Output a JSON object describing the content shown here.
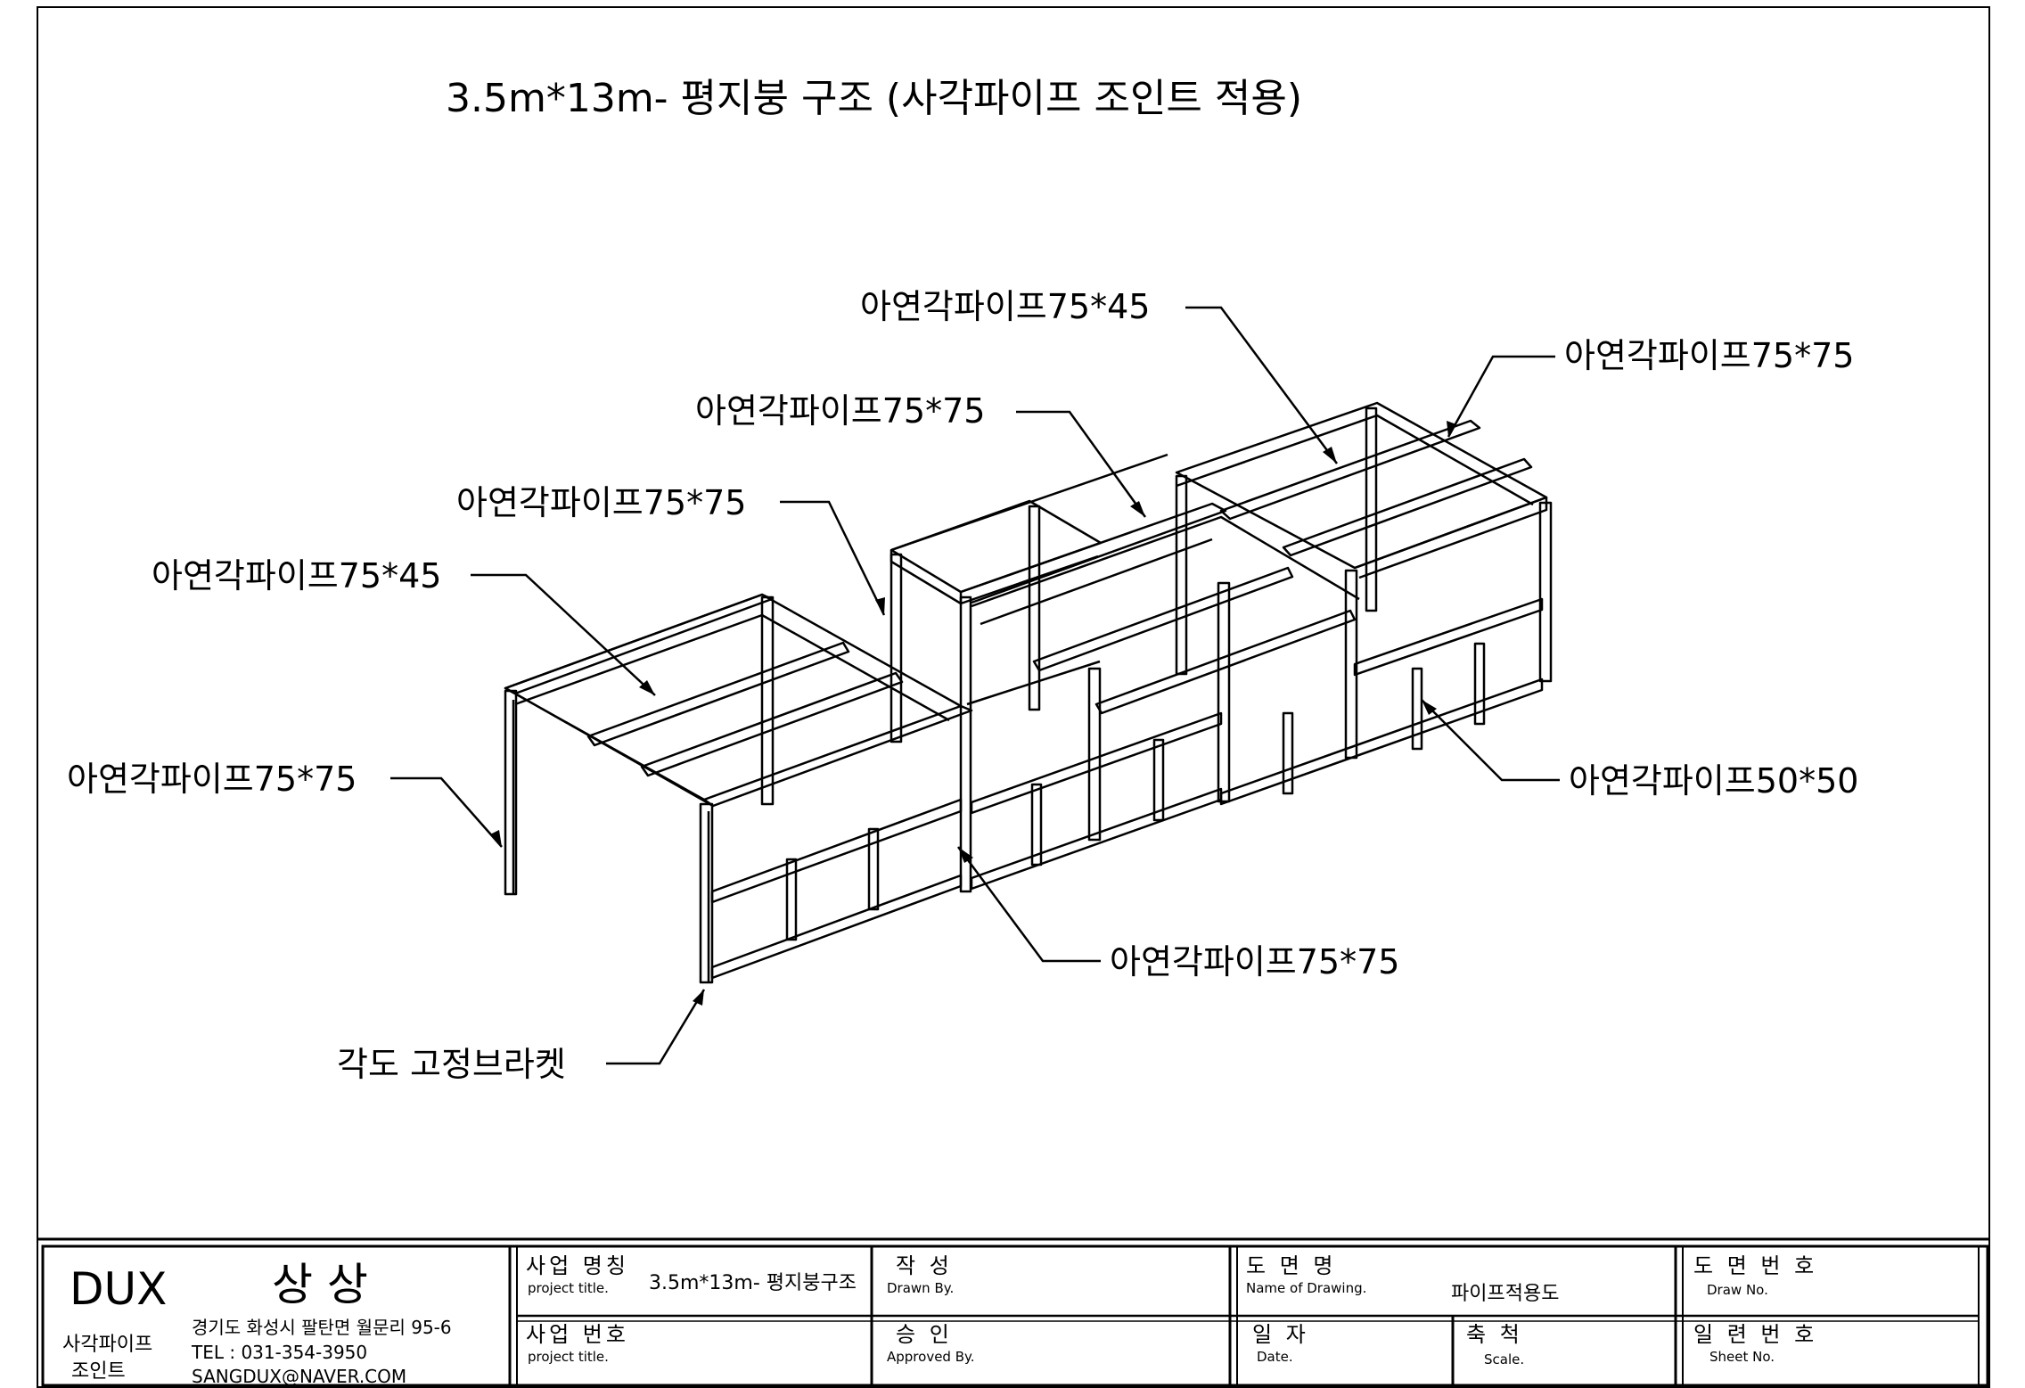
{
  "drawing": {
    "title": "3.5m*13m- 평지붕 구조  (사각파이프 조인트 적용)",
    "labels": {
      "top_left_2": "아연각파이프75*45",
      "top_right": "아연각파이프75*75",
      "mid_upper": "아연각파이프75*75",
      "mid_lower": "아연각파이프75*75",
      "left_beam": "아연각파이프75*45",
      "left_post": "아연각파이프75*75",
      "right_lower": "아연각파이프50*50",
      "bottom_mid": "아연각파이프75*75",
      "bracket": "각도 고정브라켓"
    }
  },
  "title_block": {
    "brand": "DUX",
    "brand_kor": "상 상",
    "company_line1": "사각파이프",
    "company_line2": "조인트",
    "address": "경기도 화성시 팔탄면 월문리 95-6",
    "tel": "TEL : 031-354-3950",
    "email": "SANGDUX@NAVER.COM",
    "project_title_k": "사업 명칭",
    "project_title_e": "project title.",
    "project_title_value": "3.5m*13m- 평지붕구조",
    "project_no_k": "사업 번호",
    "project_no_e": "project title.",
    "drawn_k": "작  성",
    "drawn_e": "Drawn By.",
    "approved_k": "승  인",
    "approved_e": "Approved By.",
    "drawing_name_k": "도 면 명",
    "drawing_name_e": "Name of Drawing.",
    "drawing_name_value": "파이프적용도",
    "date_k": "일 자",
    "date_e": "Date.",
    "scale_k": "축 척",
    "scale_e": "Scale.",
    "draw_no_k": "도 면 번 호",
    "draw_no_e": "Draw No.",
    "sheet_no_k": "일 련 번 호",
    "sheet_no_e": "Sheet No."
  }
}
